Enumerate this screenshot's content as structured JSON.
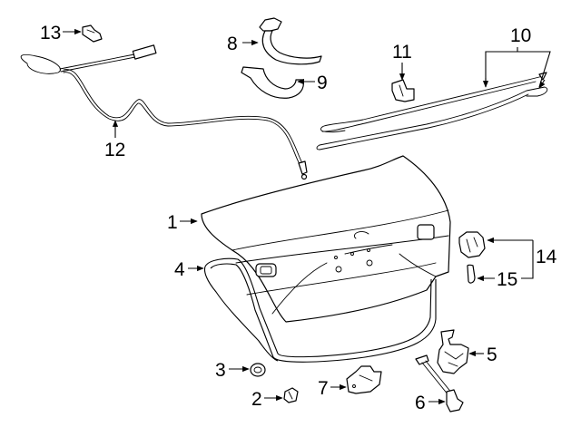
{
  "diagram": {
    "colors": {
      "line": "#000000",
      "background": "#ffffff"
    },
    "callouts": [
      {
        "id": "1",
        "part": "trunk-lid"
      },
      {
        "id": "2",
        "part": "bumper-stop"
      },
      {
        "id": "3",
        "part": "grommet"
      },
      {
        "id": "4",
        "part": "weatherstrip"
      },
      {
        "id": "5",
        "part": "lock-actuator"
      },
      {
        "id": "6",
        "part": "striker"
      },
      {
        "id": "7",
        "part": "release-switch"
      },
      {
        "id": "8",
        "part": "hinge-upper"
      },
      {
        "id": "9",
        "part": "hinge-lower"
      },
      {
        "id": "10",
        "part": "torsion-bars"
      },
      {
        "id": "11",
        "part": "bracket-clip"
      },
      {
        "id": "12",
        "part": "release-cable"
      },
      {
        "id": "13",
        "part": "cable-clip"
      },
      {
        "id": "14",
        "part": "lamp-socket-assembly"
      },
      {
        "id": "15",
        "part": "bulb"
      }
    ]
  }
}
